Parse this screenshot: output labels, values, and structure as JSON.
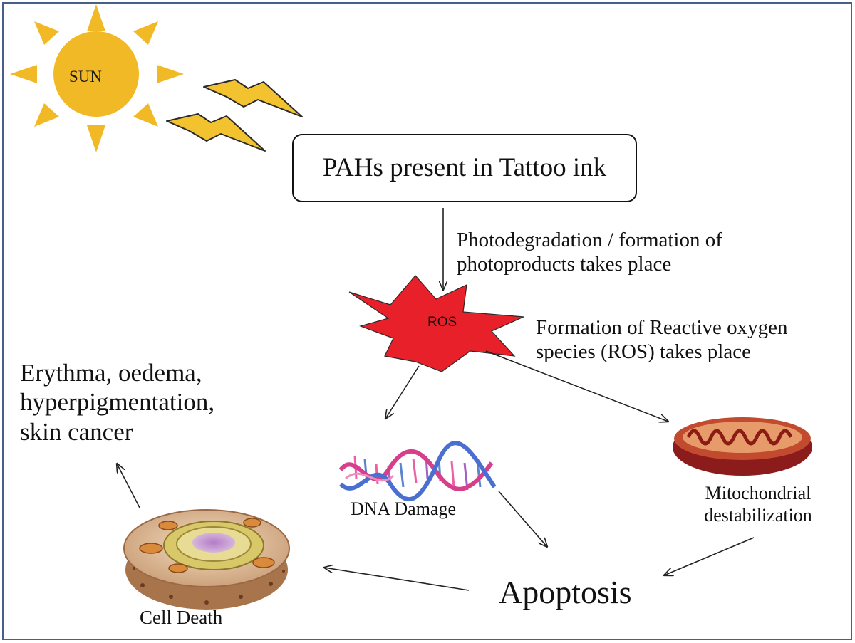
{
  "sun": {
    "label": "SUN",
    "icon": "sun-icon",
    "color": "#f2b927"
  },
  "lightning": {
    "icon": "lightning-bolt-icon",
    "color": "#f2c22f"
  },
  "pahs_box": {
    "label": "PAHs present in Tattoo ink"
  },
  "steps": {
    "photodegradation": [
      "Photodegradation / formation of",
      "photoproducts takes place"
    ],
    "ros_formation": [
      "Formation of  Reactive oxygen",
      "species (ROS) takes place"
    ]
  },
  "ros": {
    "label": "ROS",
    "icon": "ros-burst-icon",
    "color": "#e8202a"
  },
  "dna": {
    "label": "DNA Damage",
    "icon": "dna-helix-icon"
  },
  "mitochondria": {
    "label": [
      "Mitochondrial",
      "destabilization"
    ],
    "icon": "mitochondrion-icon"
  },
  "apoptosis": {
    "label": "Apoptosis"
  },
  "cell": {
    "label": "Cell Death",
    "icon": "cell-icon"
  },
  "effects": {
    "lines": [
      "Erythma, oedema,",
      "hyperpigmentation,",
      "skin cancer"
    ]
  },
  "colors": {
    "frame": "#4a5f86",
    "arrow": "#222222"
  }
}
